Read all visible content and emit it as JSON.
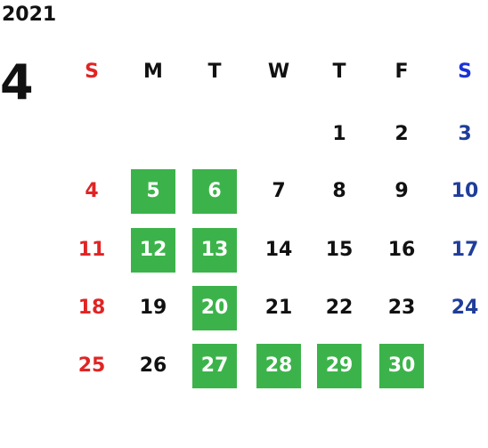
{
  "header": {
    "year": "2021",
    "month": "4"
  },
  "colors": {
    "sunday": "#e02424",
    "saturday_header": "#1a33d6",
    "saturday_date": "#1f3d99",
    "highlight": "#3cb34a",
    "text": "#111111"
  },
  "weekdays": [
    "S",
    "M",
    "T",
    "W",
    "T",
    "F",
    "S"
  ],
  "weeks": [
    [
      {
        "day": "",
        "hl": false
      },
      {
        "day": "",
        "hl": false
      },
      {
        "day": "",
        "hl": false
      },
      {
        "day": "",
        "hl": false
      },
      {
        "day": "1",
        "hl": false
      },
      {
        "day": "2",
        "hl": false
      },
      {
        "day": "3",
        "hl": false
      }
    ],
    [
      {
        "day": "4",
        "hl": false
      },
      {
        "day": "5",
        "hl": true
      },
      {
        "day": "6",
        "hl": true
      },
      {
        "day": "7",
        "hl": false
      },
      {
        "day": "8",
        "hl": false
      },
      {
        "day": "9",
        "hl": false
      },
      {
        "day": "10",
        "hl": false
      }
    ],
    [
      {
        "day": "11",
        "hl": false
      },
      {
        "day": "12",
        "hl": true
      },
      {
        "day": "13",
        "hl": true
      },
      {
        "day": "14",
        "hl": false
      },
      {
        "day": "15",
        "hl": false
      },
      {
        "day": "16",
        "hl": false
      },
      {
        "day": "17",
        "hl": false
      }
    ],
    [
      {
        "day": "18",
        "hl": false
      },
      {
        "day": "19",
        "hl": false
      },
      {
        "day": "20",
        "hl": true
      },
      {
        "day": "21",
        "hl": false
      },
      {
        "day": "22",
        "hl": false
      },
      {
        "day": "23",
        "hl": false
      },
      {
        "day": "24",
        "hl": false
      }
    ],
    [
      {
        "day": "25",
        "hl": false
      },
      {
        "day": "26",
        "hl": false
      },
      {
        "day": "27",
        "hl": true
      },
      {
        "day": "28",
        "hl": true
      },
      {
        "day": "29",
        "hl": true
      },
      {
        "day": "30",
        "hl": true
      },
      {
        "day": "",
        "hl": false
      }
    ]
  ]
}
